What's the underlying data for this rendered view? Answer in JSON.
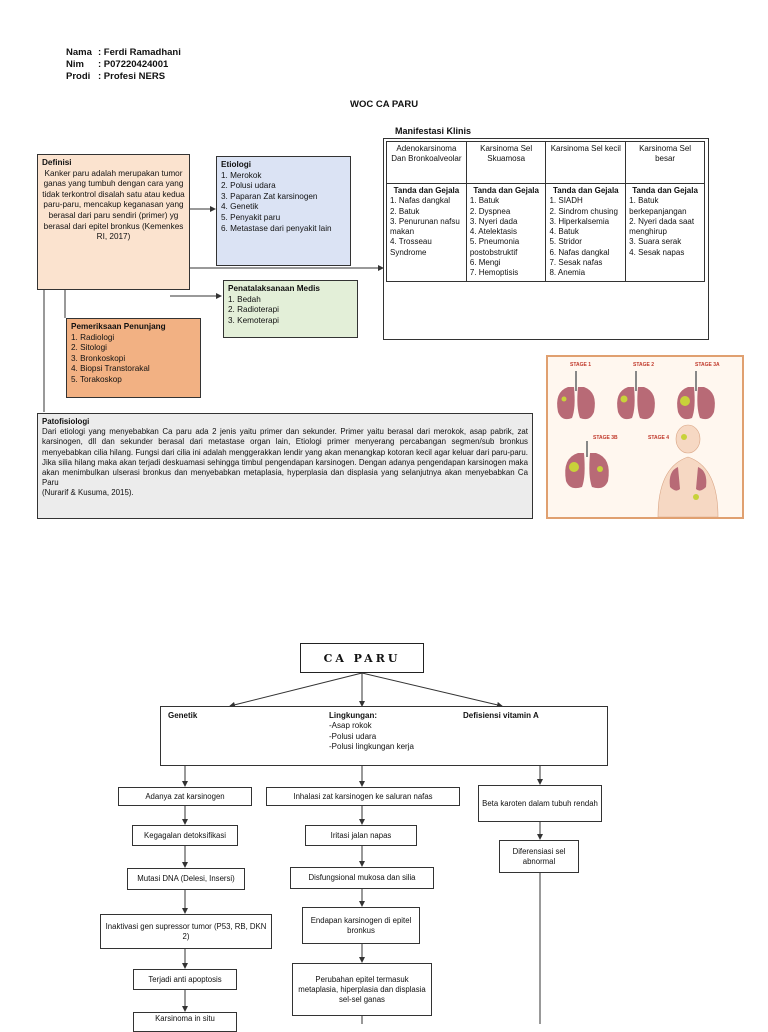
{
  "header": {
    "nama_key": "Nama",
    "nama_val": ": Ferdi Ramadhani",
    "nim_key": "Nim",
    "nim_val": ": P07220424001",
    "prodi_key": "Prodi",
    "prodi_val": ": Profesi NERS"
  },
  "doc_title": "WOC CA PARU",
  "manifestasi_title": "Manifestasi Klinis",
  "definisi": {
    "title": "Definisi",
    "text": "Kanker paru adalah merupakan tumor ganas yang tumbuh dengan cara yang tidak terkontrol disalah satu atau kedua paru-paru, mencakup keganasan yang berasal dari paru sendiri (primer) yg berasal dari epitel bronkus (Kemenkes RI, 2017)"
  },
  "etiologi": {
    "title": "Etiologi",
    "items": [
      "1. Merokok",
      "2. Polusi udara",
      "3. Paparan Zat karsinogen",
      "4. Genetik",
      "5. Penyakit paru",
      "6. Metastase dari penyakit lain"
    ]
  },
  "penatalaksanaan": {
    "title": "Penatalaksanaan Medis",
    "items": [
      "1. Bedah",
      "2. Radioterapi",
      "3. Kemoterapi"
    ]
  },
  "pemeriksaan": {
    "title": "Pemeriksaan Penunjang",
    "items": [
      "1. Radiologi",
      "2. Sitologi",
      "3. Bronkoskopi",
      "4. Biopsi Transtorakal",
      "5. Torakoskop"
    ]
  },
  "manifestasi_table": {
    "headers": [
      "Adenokarsinoma Dan Bronkoalveolar",
      "Karsinoma Sel Skuamosa",
      "Karsinoma Sel kecil",
      "Karsinoma Sel besar"
    ],
    "subheader": "Tanda dan Gejala",
    "columns": [
      [
        "1. Nafas dangkal",
        "2. Batuk",
        "3. Penurunan nafsu makan",
        "4. Trosseau Syndrome"
      ],
      [
        "1. Batuk",
        "2. Dyspnea",
        "3. Nyeri dada",
        "4. Atelektasis",
        "5. Pneumonia postobstruktif",
        "6. Mengi",
        "7. Hemoptisis"
      ],
      [
        "1. SIADH",
        "2. Sindrom chusing",
        "3. Hiperkalsemia",
        "4. Batuk",
        "5. Stridor",
        "6. Nafas dangkal",
        "7. Sesak nafas",
        "8. Anemia"
      ],
      [
        "1. Batuk berkepanjangan",
        "2. Nyeri dada saat menghirup",
        "3. Suara serak",
        "4. Sesak napas"
      ]
    ]
  },
  "stages": {
    "labels": [
      "STAGE 1",
      "STAGE 2",
      "STAGE 3A",
      "STAGE 3B",
      "STAGE 4"
    ]
  },
  "patofisiologi": {
    "title": "Patofisiologi",
    "text": "Dari etiologi yang menyebabkan Ca paru ada 2 jenis yaitu primer dan sekunder. Primer yaitu berasal dari merokok, asap pabrik, zat karsinogen, dll dan sekunder berasal dari metastase organ lain, Etiologi primer menyerang percabangan segmen/sub bronkus menyebabkan cilia hilang. Fungsi dari cilia ini adalah menggerakkan lendir yang akan menangkap kotoran kecil agar keluar dari paru-paru. Jika silia hilang maka akan terjadi deskuamasi sehingga timbul pengendapan karsinogen. Dengan adanya pengendapan karsinogen maka akan menimbulkan ulserasi bronkus dan menyebabkan metaplasia, hyperplasia dan displasia yang selanjutnya akan menyebabkan Ca Paru",
    "citation": "(Nurarif & Kusuma, 2015)."
  },
  "flow": {
    "root": "CA PARU",
    "causes": {
      "genetik": "Genetik",
      "lingkungan_title": "Lingkungan:",
      "lingkungan_items": [
        "-Asap rokok",
        "-Polusi udara",
        "-Polusi lingkungan kerja"
      ],
      "vitamin": "Defisiensi vitamin A"
    },
    "left": [
      "Adanya zat karsinogen",
      "Kegagalan detoksifikasi",
      "Mutasi DNA (Delesi, Insersi)",
      "Inaktivasi gen supressor tumor (P53, RB, DKN 2)",
      "Terjadi anti apoptosis",
      "Karsinoma in situ"
    ],
    "middle": [
      "Inhalasi zat karsinogen ke saluran nafas",
      "Iritasi jalan napas",
      "Disfungsional mukosa dan silia",
      "Endapan karsinogen di epitel bronkus",
      "Perubahan epitel termasuk metaplasia, hiperplasia dan displasia sel-sel ganas"
    ],
    "right": [
      "Beta karoten dalam tubuh rendah",
      "Diferensiasi sel abnormal"
    ]
  }
}
